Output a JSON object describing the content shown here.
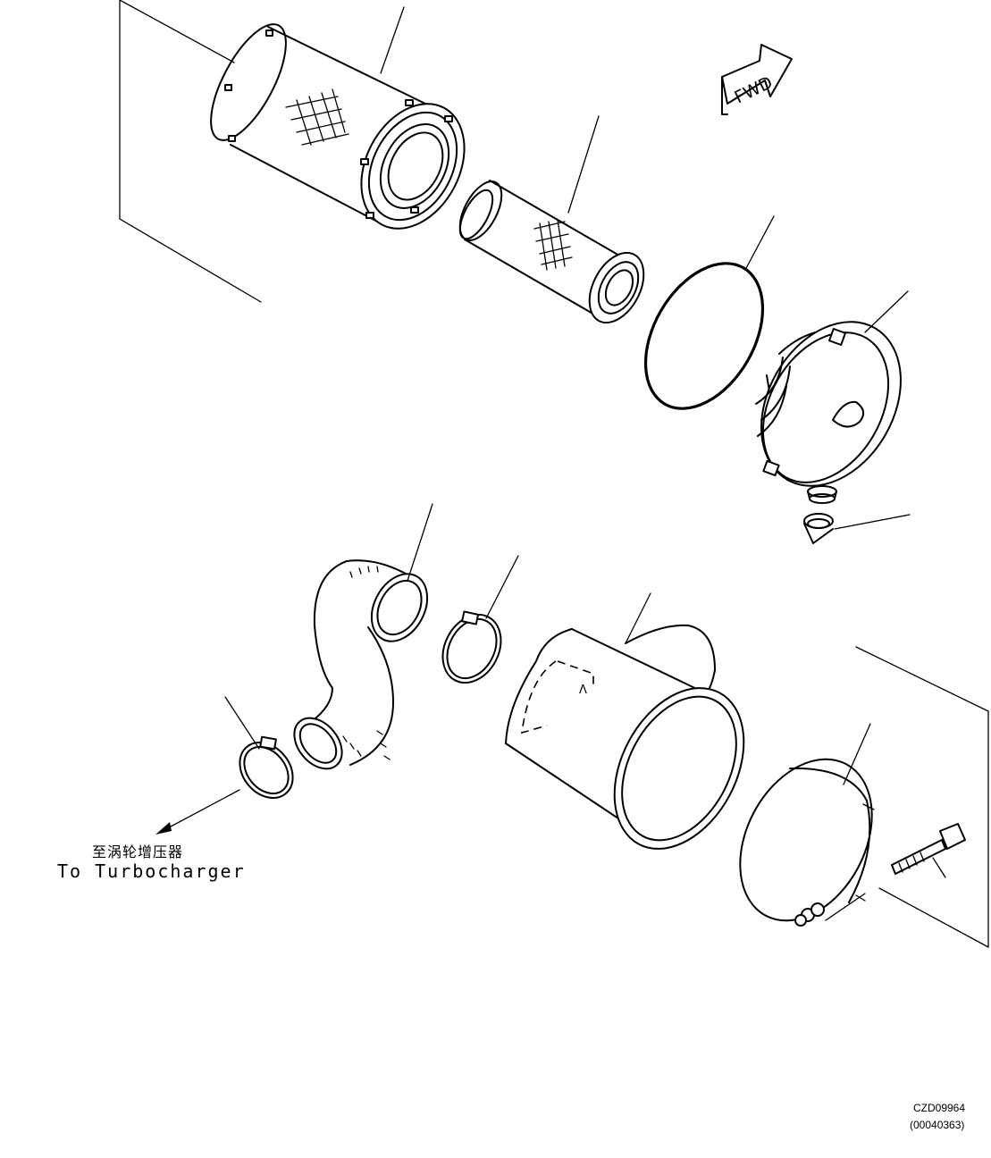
{
  "fwd_marker": {
    "text": "FWD"
  },
  "destination": {
    "label_cn": "至涡轮增压器",
    "label_en": "To Turbocharger"
  },
  "drawing": {
    "number": "CZD09964",
    "reference": "(00040363)"
  },
  "parts": [
    "outer-filter-element",
    "inner-filter-element",
    "o-ring",
    "cover",
    "vacuator-valve",
    "air-hose",
    "hose-clamp-large",
    "air-cleaner-body",
    "mounting-band",
    "bolt",
    "hose-clamp-small"
  ]
}
